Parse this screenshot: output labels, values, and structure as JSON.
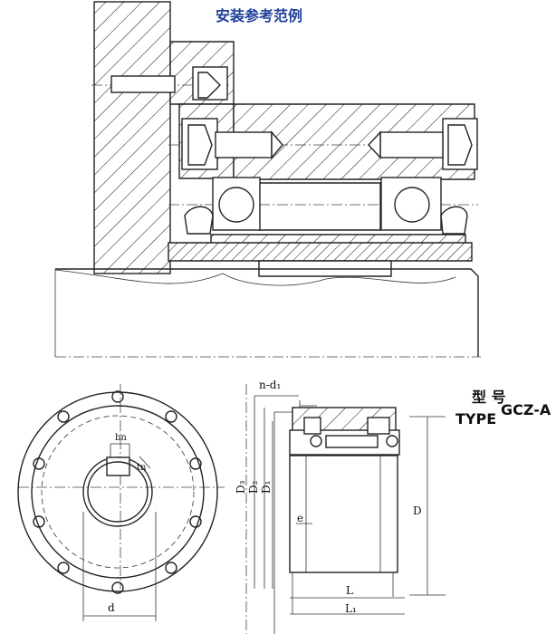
{
  "diagram": {
    "title": "安装参考范例",
    "type_label_cn": "型  号",
    "type_label_en": "TYPE",
    "type_value": "GCZ-A",
    "labels": {
      "n_d1": "n-d₁",
      "bn": "bn",
      "tn": "tn",
      "d": "d",
      "D3": "D₃",
      "D2": "D₂",
      "D1": "D₁",
      "D": "D",
      "e": "e",
      "L": "L",
      "L1": "L₁"
    }
  }
}
